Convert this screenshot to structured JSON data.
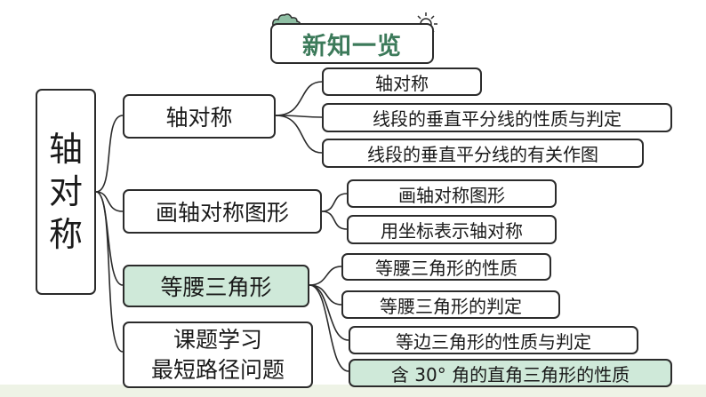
{
  "title": "新知一览",
  "root": {
    "chars": [
      "轴",
      "对",
      "称"
    ]
  },
  "level1": [
    {
      "label": "轴对称"
    },
    {
      "label": "画轴对称图形"
    },
    {
      "label": "等腰三角形",
      "highlight": true
    },
    {
      "lines": [
        "课题学习",
        "最短路径问题"
      ]
    }
  ],
  "level2": [
    {
      "label": "轴对称"
    },
    {
      "label": "线段的垂直平分线的性质与判定"
    },
    {
      "label": "线段的垂直平分线的有关作图"
    },
    {
      "label": "画轴对称图形"
    },
    {
      "label": "用坐标表示轴对称"
    },
    {
      "label": "等腰三角形的性质"
    },
    {
      "label": "等腰三角形的判定"
    },
    {
      "label": "等边三角形的性质与判定"
    },
    {
      "label": "含 30° 角的直角三角形的性质",
      "highlight": true
    }
  ],
  "colors": {
    "highlight": "#cfe9d9",
    "title_text": "#3c7a5a",
    "border": "#2b2b2b"
  }
}
